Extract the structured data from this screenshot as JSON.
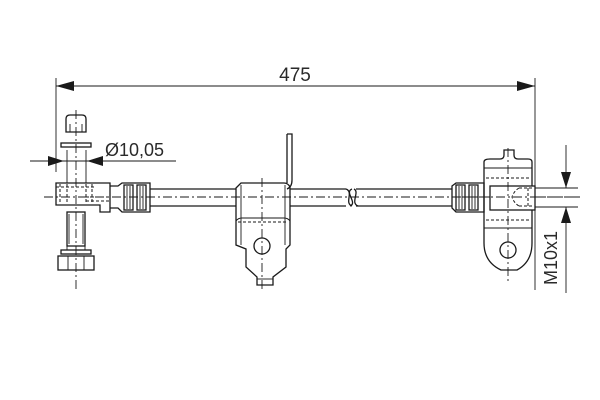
{
  "drawing": {
    "type": "brake hose technical drawing",
    "background": "#ffffff",
    "line_color": "#1a1a1a",
    "dimensions": {
      "overall_length": "475",
      "bore_diameter": "Ø10,05",
      "thread": "M10x1"
    },
    "components": [
      "banjo-fitting-left",
      "banjo-bolt",
      "sealing-washer",
      "crimp-ferrule-left",
      "hose",
      "mounting-bracket",
      "crimp-ferrule-right",
      "bracket-fitting-right"
    ]
  }
}
